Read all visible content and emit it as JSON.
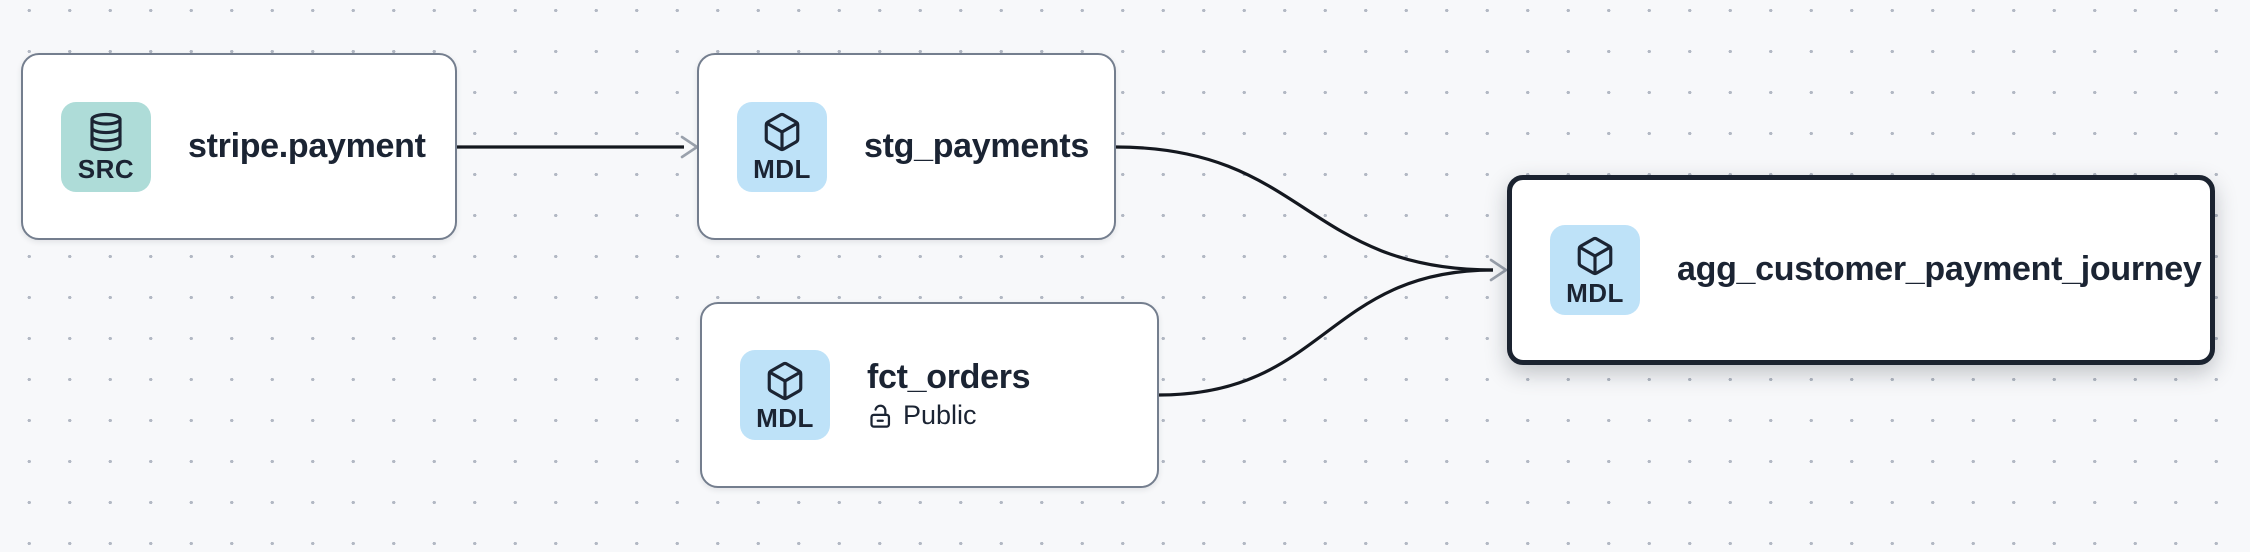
{
  "canvas": {
    "background_color": "#f7f8fa",
    "dot_color": "#b3b9c4"
  },
  "colors": {
    "edge": "#14181f",
    "arrowhead": "#9aa1ac",
    "node_border": "#747e8e",
    "selected_node_border": "#1b2330",
    "node_background": "#ffffff",
    "text": "#1b2433",
    "source_badge_background": "#aedcd8",
    "model_badge_background": "#bee2f8"
  },
  "nodes": [
    {
      "id": "stripe.payment",
      "title": "stripe.payment",
      "type": "source",
      "badge_label": "SRC",
      "badge_icon": "database-icon",
      "selected": false
    },
    {
      "id": "stg_payments",
      "title": "stg_payments",
      "type": "model",
      "badge_label": "MDL",
      "badge_icon": "cube-icon",
      "selected": false
    },
    {
      "id": "fct_orders",
      "title": "fct_orders",
      "type": "model",
      "badge_label": "MDL",
      "badge_icon": "cube-icon",
      "visibility_label": "Public",
      "visibility_icon": "lock-open-icon",
      "selected": false
    },
    {
      "id": "agg_customer_payment_journey",
      "title": "agg_customer_payment_journey",
      "type": "model",
      "badge_label": "MDL",
      "badge_icon": "cube-icon",
      "selected": true
    }
  ],
  "edges": [
    {
      "source": "stripe.payment",
      "target": "stg_payments"
    },
    {
      "source": "stg_payments",
      "target": "agg_customer_payment_journey"
    },
    {
      "source": "fct_orders",
      "target": "agg_customer_payment_journey"
    }
  ]
}
